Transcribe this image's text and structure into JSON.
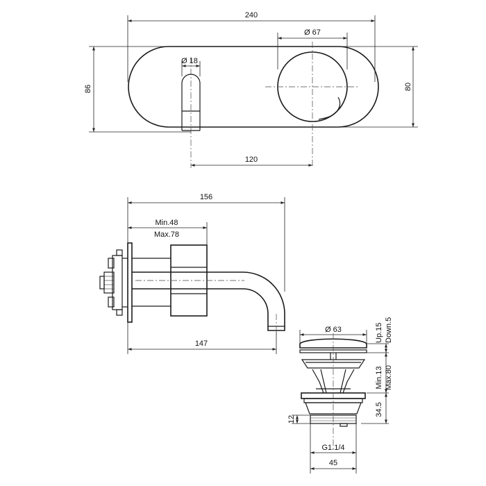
{
  "dimensions": {
    "plate_width": "240",
    "knob_diameter": "Ø 67",
    "spout_diameter": "Ø 18",
    "plate_height_left": "86",
    "plate_height_right": "80",
    "center_distance": "120",
    "total_projection": "156",
    "wall_min": "Min.48",
    "wall_max": "Max.78",
    "spout_projection": "147",
    "waste_diameter": "Ø 63",
    "waste_up": "Up.15",
    "waste_down": "Down.5",
    "waste_min": "Min.13",
    "waste_max": "Max.80",
    "waste_body": "34.5",
    "thread_length": "12",
    "thread": "G1.1/4",
    "waste_width": "45"
  }
}
